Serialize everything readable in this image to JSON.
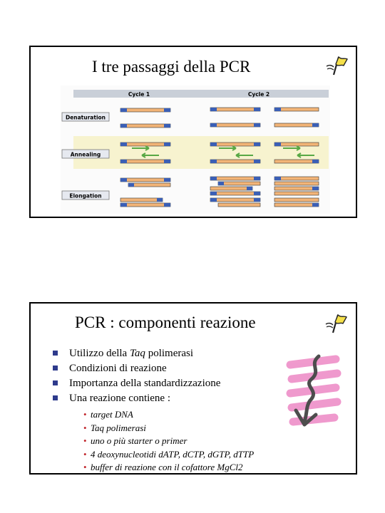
{
  "slide1": {
    "title": "I tre passaggi della PCR",
    "diagram": {
      "cycles": [
        "Cycle 1",
        "Cycle 2"
      ],
      "steps": [
        "Denaturation",
        "Annealing",
        "Elongation"
      ]
    }
  },
  "slide2": {
    "title": "PCR : componenti reazione",
    "bullets": [
      {
        "pre": "Utilizzo della ",
        "em": "Taq",
        "post": " polimerasi"
      },
      {
        "pre": "Condizioni di reazione",
        "em": "",
        "post": ""
      },
      {
        "pre": "Importanza della standardizzazione",
        "em": "",
        "post": ""
      },
      {
        "pre": "Una reazione contiene :",
        "em": "",
        "post": ""
      }
    ],
    "subitems": [
      "target DNA",
      "Taq polimerasi",
      "uno o più starter o primer",
      "4 deoxynucleotidi dATP, dCTP, dGTP, dTTP",
      "buffer di reazione con il cofattore MgCl2"
    ]
  },
  "colors": {
    "strand_fill": "#f2b477",
    "strand_end": "#3b5fb5",
    "primer": "#58a845",
    "annealing_band": "#f7f3cf",
    "header_band": "#c9cfd8",
    "bullet": "#2e3b8c",
    "sub_bullet": "#c2272d",
    "pink_stroke": "#ee8fc8",
    "arrow": "#4d4d4d"
  },
  "icons": [
    "flag-icon"
  ]
}
